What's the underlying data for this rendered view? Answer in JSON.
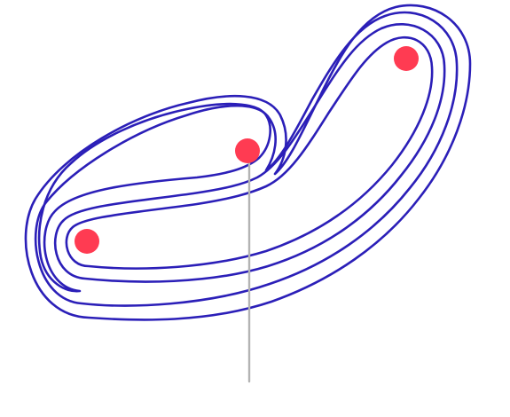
{
  "figure": {
    "background_color": "#ffffff",
    "contour_color": "#2b1fb8",
    "point_color": "#ff3b52",
    "pointer_color": "#b3b3b3",
    "contour_count": 5,
    "point_count": 3,
    "pointer_line_count": 1
  }
}
